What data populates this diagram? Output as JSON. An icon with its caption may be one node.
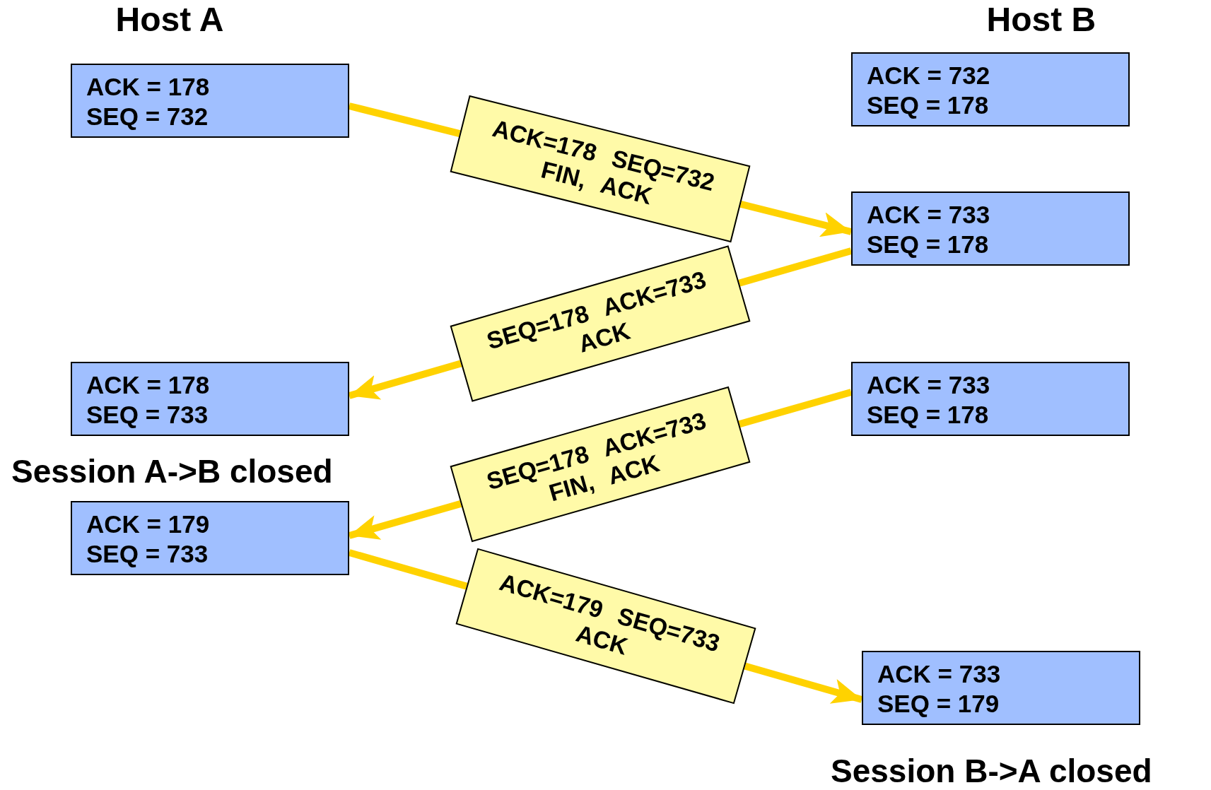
{
  "diagram": {
    "nodes": [
      {
        "text": [
          "ACK = 178 SEQ = 732"
        ]
      },
      {
        "text": [
          "ACK = 732 SEQ = 178"
        ]
      },
      {
        "text": [
          "ACK = 733 SEQ = 178"
        ]
      },
      {
        "text": [
          "ACK = 178 SEQ = 733"
        ]
      },
      {
        "text": [
          "ACK = 733 SEQ = 178"
        ]
      },
      {
        "text": [
          "ACK = 179 SEQ = 733"
        ]
      },
      {
        "text": [
          "ACK = 733 SEQ = 179"
        ]
      }
    ],
    "edges": [
      {
        "from": 0,
        "to": 2,
        "arrow": "to",
        "label": "ACK=178 SEQ=732 FIN, ACK"
      },
      {
        "from": 2,
        "to": 3,
        "arrow": "to",
        "label": "SEQ=178 ACK=733 ACK"
      },
      {
        "from": 4,
        "to": 5,
        "arrow": "to",
        "label": "SEQ=178 ACK=733 FIN, ACK"
      },
      {
        "from": 5,
        "to": 6,
        "arrow": "to",
        "label": "ACK=179 SEQ=733 ACK"
      }
    ],
    "labels": [
      "Host A",
      "Host B",
      "Session A->B closed",
      "Session B->A closed"
    ]
  }
}
